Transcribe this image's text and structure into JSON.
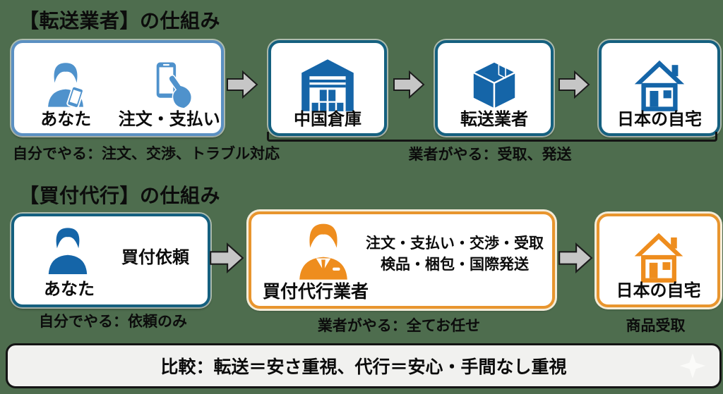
{
  "colors": {
    "background": "#4e6d4e",
    "blue_light": "#4f92cc",
    "blue_deep": "#1565a8",
    "border_blue_light": "#5b90c2",
    "border_teal": "#15607f",
    "orange": "#ee8d1e",
    "border_orange": "#e8952e",
    "arrow_gray": "#c6c6c6",
    "footer_bg": "#f1f1ef",
    "text": "#0c0c0c"
  },
  "forwarding": {
    "title": "【転送業者】の仕組み",
    "you_label": "あなた",
    "order_label": "注文・支払い",
    "warehouse_label": "中国倉庫",
    "forwarder_label": "転送業者",
    "home_label": "日本の自宅",
    "caption_self": "自分でやる：注文、交渉、トラブル対応",
    "caption_agent": "業者がやる：受取、発送"
  },
  "agency": {
    "title": "【買付代行】の仕組み",
    "you_label": "あなた",
    "request_label": "買付依頼",
    "agent_label": "買付代行業者",
    "tasks_line1": "注文・支払い・交渉・受取",
    "tasks_line2": "検品・梱包・国際発送",
    "home_label": "日本の自宅",
    "caption_self": "自分でやる：依頼のみ",
    "caption_agent": "業者がやる：全てお任せ",
    "caption_receive": "商品受取"
  },
  "footer": {
    "comparison": "比較：転送＝安さ重視、代行＝安心・手間なし重視"
  },
  "icons": [
    "customer-with-phone-icon",
    "phone-tap-icon",
    "warehouse-icon",
    "package-box-icon",
    "house-icon",
    "user-icon",
    "agent-person-icon",
    "arrow-right-icon",
    "sparkle-icon"
  ]
}
